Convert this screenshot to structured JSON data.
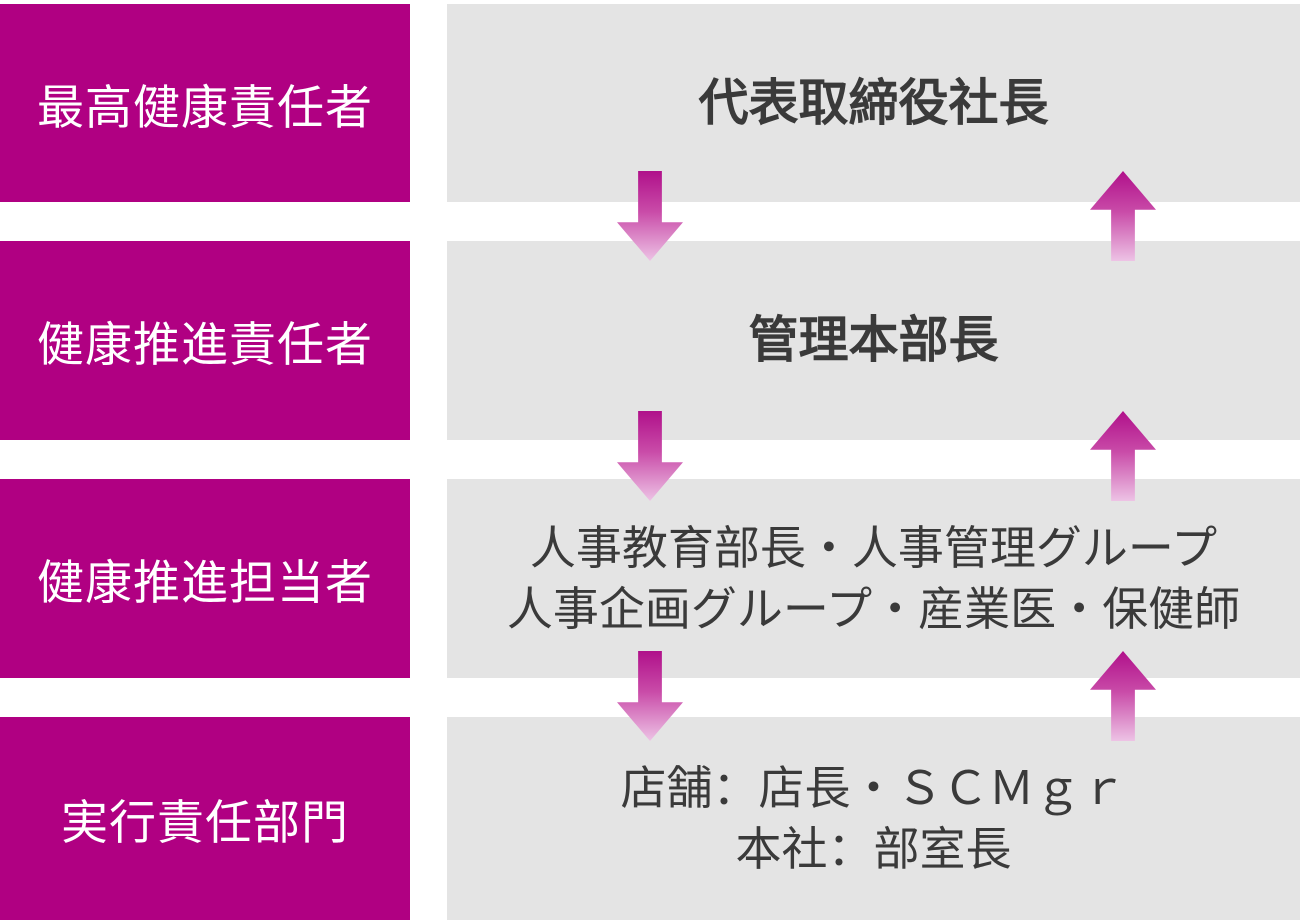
{
  "diagram": {
    "type": "org-flow-chart",
    "rows": [
      {
        "label": "最高健康責任者",
        "lines": [
          "代表取締役社長"
        ]
      },
      {
        "label": "健康推進責任者",
        "lines": [
          "管理本部長"
        ]
      },
      {
        "label": "健康推進担当者",
        "lines": [
          "人事教育部長・人事管理グループ",
          "人事企画グループ・産業医・保健師"
        ]
      },
      {
        "label": "実行責任部門",
        "lines": [
          "店舗：店長・ＳＣＭｇｒ",
          "本社：部室長"
        ]
      }
    ],
    "arrows": {
      "count_pairs": 3,
      "down_icon": "down-arrow",
      "up_icon": "up-arrow",
      "meaning": "two-way flow between adjacent tiers"
    },
    "colors": {
      "label_box": "#B00082",
      "label_text": "#FFFFFF",
      "body_box": "#E4E4E4",
      "body_text": "#3A3A3A",
      "arrow_gradient_top": "#B0108A",
      "arrow_gradient_bottom": "#EDC3E5",
      "background": "#FFFFFF"
    }
  }
}
